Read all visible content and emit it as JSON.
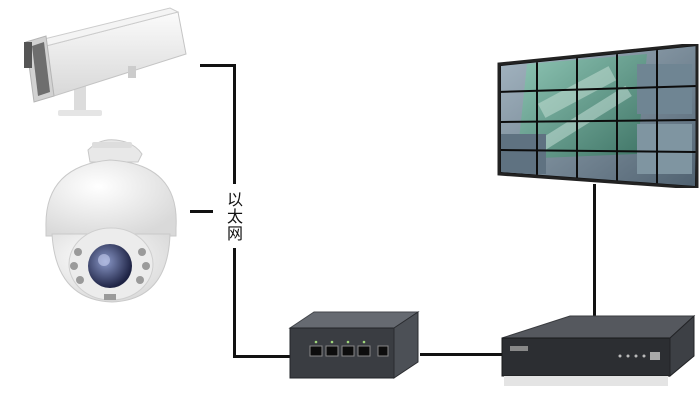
{
  "diagram": {
    "network_label": "以太网",
    "nodes": [
      {
        "id": "box-camera",
        "icon": "box-camera-icon"
      },
      {
        "id": "dome-camera",
        "icon": "ptz-dome-camera-icon"
      },
      {
        "id": "poe-switch",
        "icon": "network-switch-icon"
      },
      {
        "id": "nvr",
        "icon": "nvr-recorder-icon"
      },
      {
        "id": "video-wall",
        "icon": "video-wall-icon"
      }
    ],
    "edges": [
      {
        "from": "box-camera",
        "to": "poe-switch"
      },
      {
        "from": "dome-camera",
        "to": "poe-switch"
      },
      {
        "from": "poe-switch",
        "to": "nvr"
      },
      {
        "from": "nvr",
        "to": "video-wall"
      }
    ],
    "colors": {
      "line": "#111111",
      "device_light": "#eeeeee",
      "device_dark": "#3a3d42"
    }
  }
}
